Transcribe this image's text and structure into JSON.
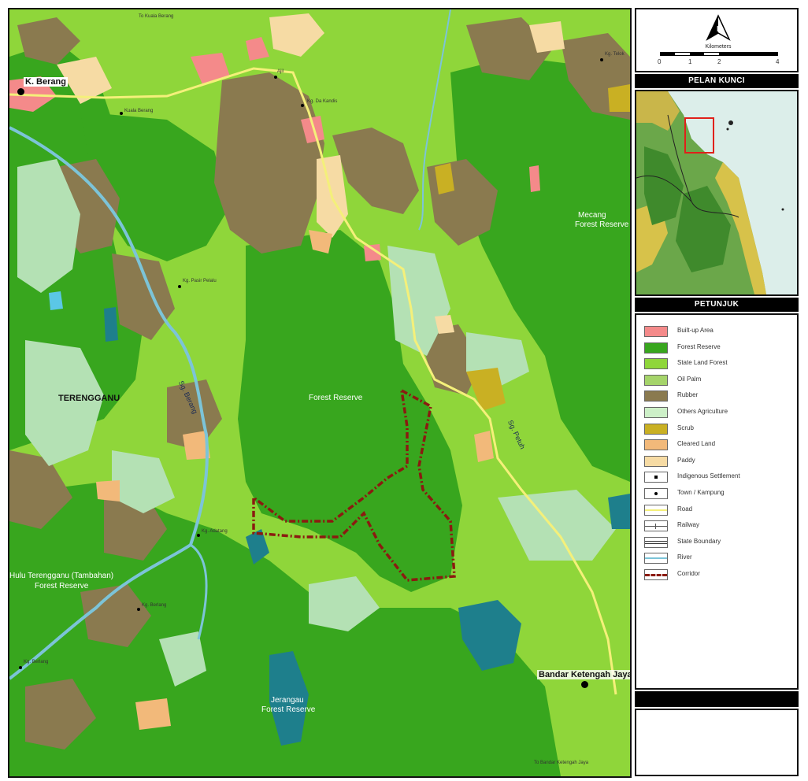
{
  "map": {
    "labels": {
      "k_berang": "K. Berang",
      "terengganu": "TERENGGANU",
      "forest_reserve": "Forest Reserve",
      "mecang_fr_1": "Mecang",
      "mecang_fr_2": "Forest Reserve",
      "hulu_fr_1": "Hulu Terengganu (Tambahan)",
      "hulu_fr_2": "Forest Reserve",
      "jerangau_fr_1": "Jerangau",
      "jerangau_fr_2": "Forest Reserve",
      "bandar_ketengah_jaya": "Bandar Ketengah Jaya",
      "sg_berang": "Sg. Berang",
      "sg_petuh": "Sg. Petuh",
      "to_kuala_berang": "To Kuala Berang",
      "kuala_berang": "Kuala Berang",
      "ajil": "Ajil",
      "kg_da_kandis": "Kg. Da Kandis",
      "kg_telok": "Kg. Telok",
      "kg_pasir_pelalu": "Kg. Pasir Pelalu",
      "kg_adatang": "Kg. Adatang",
      "kg_berlang": "Kg. Berlang",
      "kg_berlang_2": "Kg. Berlang",
      "to_bandar": "To Bandar Ketengah Jaya"
    },
    "colors": {
      "state_land_forest": "#8fd63a",
      "forest_reserve": "#38a61e",
      "rubber": "#8a7a4f",
      "others_agriculture": "#b4e1b4",
      "built_up": "#f48a8a",
      "cleared": "#f2b97a",
      "paddy": "#f6dba4",
      "scrub": "#c9b023",
      "road": "#f4f07a",
      "river": "#7cc4d8",
      "corridor": "#8b1a10",
      "water": "#1e7f8c"
    }
  },
  "sidebar": {
    "scale": {
      "unit_label": "Kilometers",
      "ticks": [
        "0",
        "1",
        "2",
        "4"
      ]
    },
    "key_map_title": "PELAN KUNCI",
    "legend_title": "PETUNJUK",
    "legend": [
      {
        "label": "Built-up Area",
        "color": "#f48a8a",
        "kind": "fill"
      },
      {
        "label": "Forest Reserve",
        "color": "#38a61e",
        "kind": "fill"
      },
      {
        "label": "State Land Forest",
        "color": "#8fd63a",
        "kind": "fill"
      },
      {
        "label": "Oil Palm",
        "color": "#a5d46a",
        "kind": "fill"
      },
      {
        "label": "Rubber",
        "color": "#8a7a4f",
        "kind": "fill"
      },
      {
        "label": "Others Agriculture",
        "color": "#cdf0c8",
        "kind": "fill"
      },
      {
        "label": "Scrub",
        "color": "#c9b023",
        "kind": "fill"
      },
      {
        "label": "Cleared Land",
        "color": "#f2b97a",
        "kind": "fill"
      },
      {
        "label": "Paddy",
        "color": "#f6dba4",
        "kind": "fill"
      },
      {
        "label": "Indigenous Settlement",
        "color": "#000000",
        "kind": "square-dot"
      },
      {
        "label": "Town / Kampung",
        "color": "#000000",
        "kind": "dot"
      },
      {
        "label": "Road",
        "color": "#f4f07a",
        "kind": "line"
      },
      {
        "label": "Railway",
        "color": "#555555",
        "kind": "rail"
      },
      {
        "label": "State Boundary",
        "color": "#333333",
        "kind": "double"
      },
      {
        "label": "River",
        "color": "#7cc4d8",
        "kind": "line"
      },
      {
        "label": "Corridor",
        "color": "#8b1a10",
        "kind": "dash"
      }
    ]
  }
}
